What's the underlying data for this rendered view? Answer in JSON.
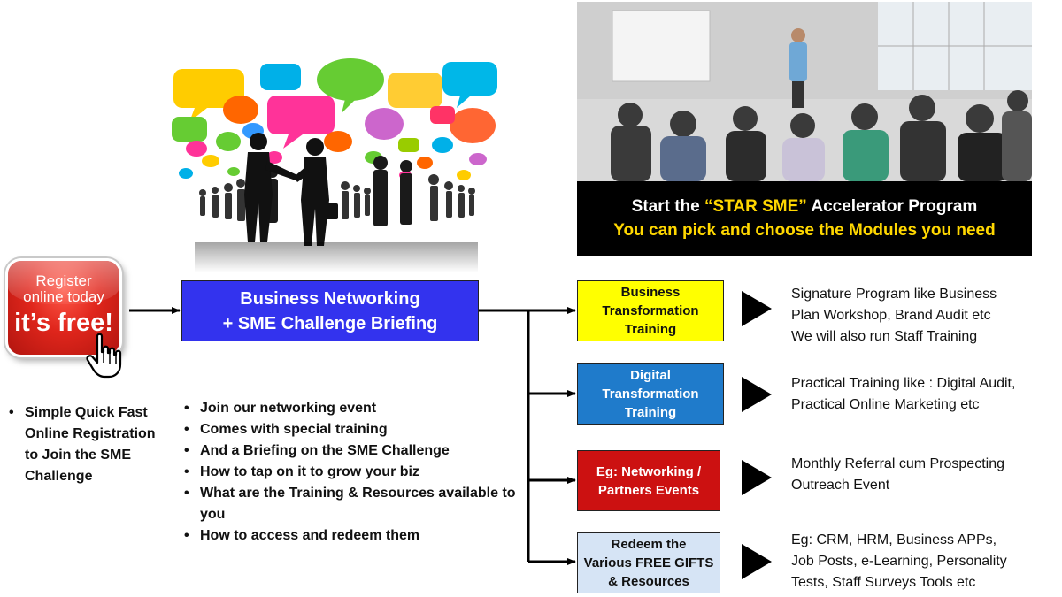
{
  "register_badge": {
    "line1": "Register",
    "line2": "online today",
    "line3": "it’s free!"
  },
  "left_bullets": [
    "Simple Quick Fast Online Registration to Join the SME Challenge"
  ],
  "networking_box": {
    "line1": "Business Networking",
    "line2": "+ SME Challenge Briefing"
  },
  "mid_bullets": [
    "Join our networking event",
    "Comes with special training",
    "And a Briefing on the SME Challenge",
    "How to tap on it to grow your biz",
    "What are the Training & Resources available to you",
    "How to access and redeem them"
  ],
  "banner": {
    "prefix": "Start the ",
    "highlight": "“STAR SME”",
    "suffix": " Accelerator Program",
    "line2": "You can pick and choose the Modules you need"
  },
  "modules": [
    {
      "lines": [
        "Business",
        "Transformation",
        "Training"
      ],
      "bg": "#ffff00",
      "desc": [
        "Signature Program like Business",
        "Plan Workshop, Brand Audit etc",
        "We will also run Staff Training"
      ]
    },
    {
      "lines": [
        "Digital",
        "Transformation",
        "Training"
      ],
      "bg": "#1f7bcb",
      "desc": [
        "Practical Training like : Digital Audit,",
        "Practical Online Marketing etc"
      ]
    },
    {
      "lines": [
        "Eg: Networking /",
        "Partners Events"
      ],
      "bg": "#cc1111",
      "desc": [
        "Monthly Referral  cum Prospecting",
        "Outreach Event"
      ]
    },
    {
      "lines": [
        "Redeem the",
        "Various FREE GIFTS",
        "& Resources"
      ],
      "bg": "#d6e4f5",
      "desc": [
        "Eg: CRM, HRM, Business APPs,",
        "Job Posts, e-Learning, Personality",
        "Tests, Staff Surveys Tools etc"
      ]
    }
  ],
  "icons": {
    "badge_cursor": "hand-pointer-icon",
    "module_arrows": "play-triangle-icon"
  },
  "colors": {
    "networking_box": "#3333ee",
    "badge_red": "#e0261c",
    "banner_bg": "#000000",
    "banner_highlight": "#ffd700"
  }
}
